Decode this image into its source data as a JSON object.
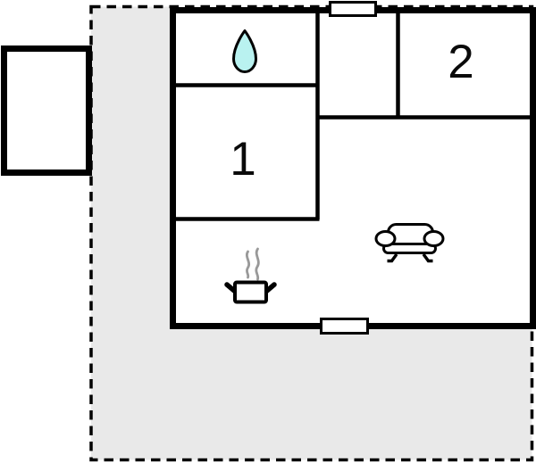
{
  "page": {
    "type": "floor-plan"
  },
  "rooms": {
    "room1": {
      "label": "1"
    },
    "room2": {
      "label": "2"
    }
  },
  "icons": {
    "bathroom": "water-drop-icon",
    "kitchen": "cooking-pot-icon",
    "living_room": "sofa-icon"
  },
  "fixtures": {
    "windows": [
      "top-wall-window",
      "bottom-wall-window"
    ],
    "outdoor": [
      "terrace-dashed-area",
      "detached-annex"
    ]
  },
  "colors": {
    "wall": "#000000",
    "terrace_fill": "#e9e9e9",
    "interior_fill": "#ffffff",
    "water_drop_fill": "#b9f2f0",
    "steam_gray": "#999999"
  }
}
